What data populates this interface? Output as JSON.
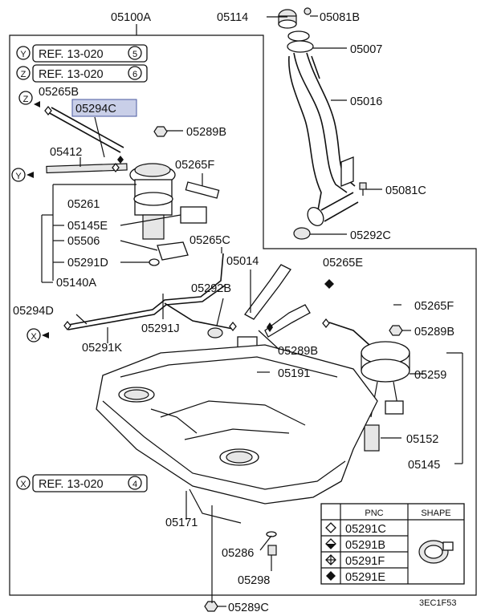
{
  "callouts": {
    "p05100A": "05100A",
    "p05114": "05114",
    "p05081B": "05081B",
    "p05007": "05007",
    "p05016": "05016",
    "p05081C": "05081C",
    "p05292C": "05292C",
    "p05265B": "05265B",
    "p05294C": "05294C",
    "p05289B_top": "05289B",
    "p05412": "05412",
    "p05265F_top": "05265F",
    "p05261": "05261",
    "p05145E": "05145E",
    "p05506": "05506",
    "p05291D": "05291D",
    "p05140A": "05140A",
    "p05265C": "05265C",
    "p05014": "05014",
    "p05265E": "05265E",
    "p05294D": "05294D",
    "p05292B": "05292B",
    "p05291J": "05291J",
    "p05291K": "05291K",
    "p05289B_mid": "05289B",
    "p05191": "05191",
    "p05265F_right": "05265F",
    "p05289B_right": "05289B",
    "p05259": "05259",
    "p05152": "05152",
    "p05145": "05145",
    "p05171": "05171",
    "p05286": "05286",
    "p05298": "05298",
    "p05289C": "05289C"
  },
  "refs": [
    {
      "letter": "Y",
      "text": "REF. 13-020",
      "num": "5"
    },
    {
      "letter": "Z",
      "text": "REF. 13-020",
      "num": "6"
    },
    {
      "letter": "X",
      "text": "REF. 13-020",
      "num": "4"
    }
  ],
  "markers": {
    "z": "Z",
    "y": "Y",
    "x": "X"
  },
  "legend": {
    "header_pnc": "PNC",
    "header_shape": "SHAPE",
    "rows": [
      {
        "symbol": "hollow-diamond-icon",
        "pnc": "05291C"
      },
      {
        "symbol": "half-filled-diamond-icon",
        "pnc": "05291B"
      },
      {
        "symbol": "cross-diamond-icon",
        "pnc": "05291F"
      },
      {
        "symbol": "filled-diamond-icon",
        "pnc": "05291E"
      }
    ]
  },
  "figure_code": "3EC1F53"
}
